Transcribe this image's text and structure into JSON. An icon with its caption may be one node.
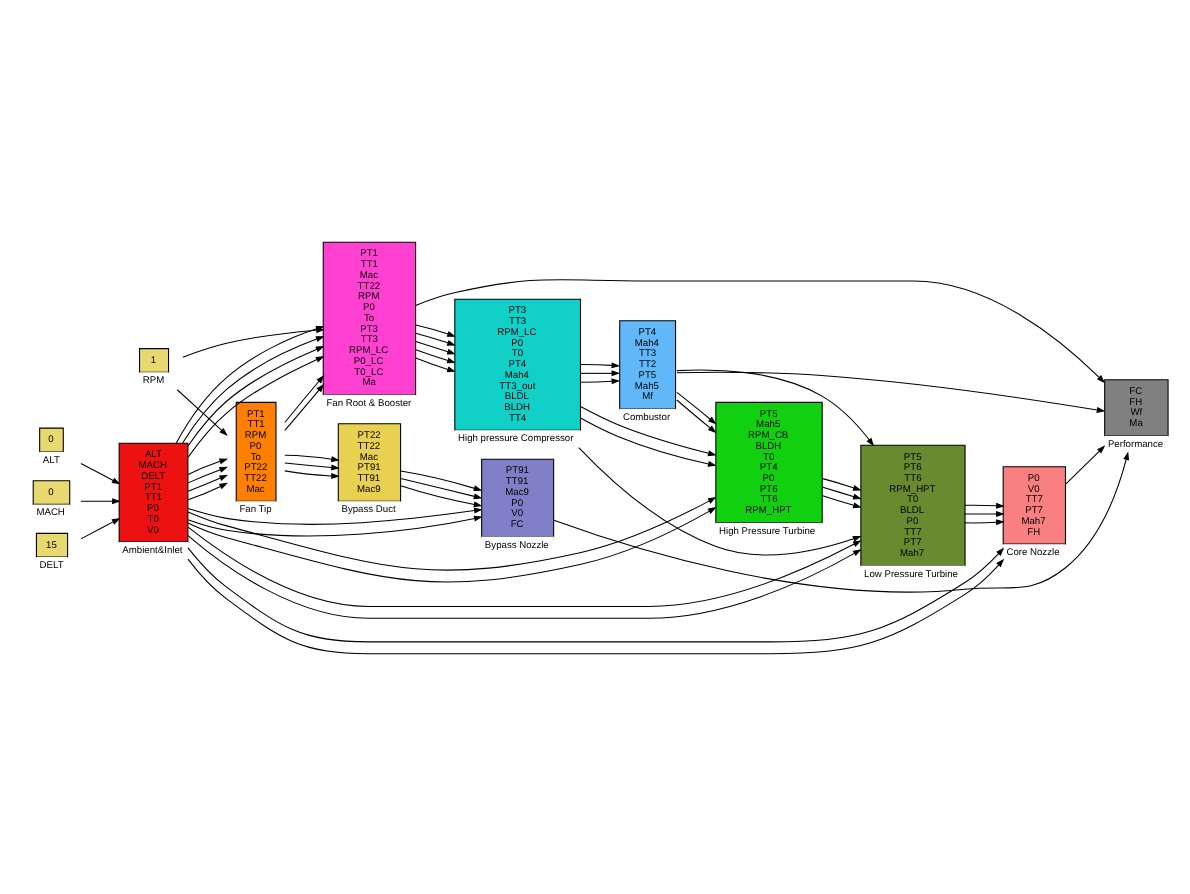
{
  "diagram": {
    "nodes": [
      {
        "text": [
          "1"
        ],
        "beside": [
          "RPM"
        ]
      },
      {
        "text": [
          "PT1",
          "TT1",
          "RPM",
          "P0",
          "To",
          "PT22",
          "TT22",
          "Mac"
        ],
        "beside": [
          "Fan Tip"
        ]
      },
      {
        "text": [
          "PT22",
          "TT22",
          "Mac",
          "PT91",
          "TT91",
          "Mac9"
        ],
        "beside": [
          "Bypass Duct"
        ]
      },
      {
        "text": [
          "PT91",
          "TT91",
          "Mac9",
          "P0",
          "V0",
          "FC"
        ],
        "beside": [
          "Bypass Nozzle"
        ]
      },
      {
        "text": [
          "FC",
          "FH",
          "Wf",
          "Ma"
        ],
        "beside": [
          "Performance"
        ]
      },
      {
        "text": [
          "0"
        ],
        "beside": [
          "ALT"
        ]
      },
      {
        "text": [
          "0"
        ],
        "beside": [
          "MACH"
        ]
      },
      {
        "text": [
          "15"
        ],
        "beside": [
          "DELT"
        ]
      },
      {
        "text": [
          "ALT",
          "MACH",
          "DELT",
          "PT1",
          "TT1",
          "P0",
          "T0",
          "V0"
        ],
        "beside": [
          "Ambient&Inlet"
        ]
      },
      {
        "text": [
          "PT1",
          "TT1",
          "Mac",
          "TT22",
          "RPM",
          "P0",
          "To",
          "PT3",
          "TT3",
          "RPM_LC",
          "P0_LC",
          "T0_LC",
          "Ma"
        ],
        "beside": [
          "Fan Root & Booster"
        ]
      },
      {
        "text": [
          "PT3",
          "TT3",
          "RPM_LC",
          "P0",
          "T0",
          "PT4",
          "Mah4",
          "TT3_out",
          "BLDL",
          "BLDH",
          "TT4"
        ],
        "beside": [
          "High pressure Compressor"
        ]
      },
      {
        "text": [
          "PT4",
          "Mah4",
          "TT3",
          "TT2",
          "PT5",
          "Mah5",
          "Mf"
        ],
        "beside": [
          "Combustor"
        ]
      },
      {
        "text": [
          "PT5",
          "Mah5",
          "RPM_CB",
          "BLDH",
          "T0",
          "PT4",
          "P0",
          "PT6",
          "TT6",
          "RPM_HPT"
        ],
        "beside": [
          "High Pressure Turbine"
        ]
      },
      {
        "text": [
          "PT5",
          "PT6",
          "TT6",
          "RPM_HPT",
          "T0",
          "BLDL",
          "P0",
          "TT7",
          "PT7",
          "Mah7"
        ],
        "beside": [
          "Low Pressure Turbine"
        ]
      },
      {
        "text": [
          "P0",
          "V0",
          "TT7",
          "PT7",
          "Mah7",
          "FH"
        ],
        "beside": [
          "Core Nozzle"
        ]
      }
    ],
    "edges": [
      {
        "from": 0,
        "to": 1,
        "arrow": "to"
      },
      {
        "from": 1,
        "to": 2,
        "arrow": "to"
      },
      {
        "from": 1,
        "to": 2,
        "arrow": "to"
      },
      {
        "from": 1,
        "to": 2,
        "arrow": "to"
      },
      {
        "from": 2,
        "to": 3,
        "arrow": "to"
      },
      {
        "from": 2,
        "to": 3,
        "arrow": "to"
      },
      {
        "from": 2,
        "to": 3,
        "arrow": "to"
      },
      {
        "from": 3,
        "to": 4,
        "arrow": "to"
      },
      {
        "from": 5,
        "to": 8,
        "arrow": "to"
      },
      {
        "from": 6,
        "to": 8,
        "arrow": "to"
      },
      {
        "from": 7,
        "to": 8,
        "arrow": "to"
      },
      {
        "from": 8,
        "to": 1,
        "arrow": "to"
      },
      {
        "from": 8,
        "to": 1,
        "arrow": "to"
      },
      {
        "from": 8,
        "to": 1,
        "arrow": "to"
      },
      {
        "from": 8,
        "to": 1,
        "arrow": "to"
      },
      {
        "from": 8,
        "to": 9,
        "arrow": "to"
      },
      {
        "from": 8,
        "to": 9,
        "arrow": "to"
      },
      {
        "from": 1,
        "to": 9,
        "arrow": "to"
      },
      {
        "from": 1,
        "to": 9,
        "arrow": "to"
      },
      {
        "from": 0,
        "to": 9,
        "arrow": "to"
      },
      {
        "from": 8,
        "to": 9,
        "arrow": "to"
      },
      {
        "from": 8,
        "to": 9,
        "arrow": "to"
      },
      {
        "from": 8,
        "to": 3,
        "arrow": "to"
      },
      {
        "from": 8,
        "to": 3,
        "arrow": "to"
      },
      {
        "from": 9,
        "to": 10,
        "arrow": "to"
      },
      {
        "from": 9,
        "to": 10,
        "arrow": "to"
      },
      {
        "from": 9,
        "to": 10,
        "arrow": "to"
      },
      {
        "from": 9,
        "to": 10,
        "arrow": "to"
      },
      {
        "from": 9,
        "to": 10,
        "arrow": "to"
      },
      {
        "from": 10,
        "to": 11,
        "arrow": "to"
      },
      {
        "from": 10,
        "to": 11,
        "arrow": "to"
      },
      {
        "from": 10,
        "to": 11,
        "arrow": "to"
      },
      {
        "from": 11,
        "to": 12,
        "arrow": "to"
      },
      {
        "from": 11,
        "to": 12,
        "arrow": "to"
      },
      {
        "from": 10,
        "to": 12,
        "arrow": "to"
      },
      {
        "from": 8,
        "to": 12,
        "arrow": "to"
      },
      {
        "from": 10,
        "to": 12,
        "arrow": "to"
      },
      {
        "from": 8,
        "to": 12,
        "arrow": "to"
      },
      {
        "from": 11,
        "to": 13,
        "arrow": "to"
      },
      {
        "from": 12,
        "to": 13,
        "arrow": "to"
      },
      {
        "from": 12,
        "to": 13,
        "arrow": "to"
      },
      {
        "from": 12,
        "to": 13,
        "arrow": "to"
      },
      {
        "from": 8,
        "to": 13,
        "arrow": "to"
      },
      {
        "from": 10,
        "to": 13,
        "arrow": "to"
      },
      {
        "from": 8,
        "to": 13,
        "arrow": "to"
      },
      {
        "from": 8,
        "to": 14,
        "arrow": "to"
      },
      {
        "from": 8,
        "to": 14,
        "arrow": "to"
      },
      {
        "from": 13,
        "to": 14,
        "arrow": "to"
      },
      {
        "from": 13,
        "to": 14,
        "arrow": "to"
      },
      {
        "from": 13,
        "to": 14,
        "arrow": "to"
      },
      {
        "from": 14,
        "to": 4,
        "arrow": "to"
      },
      {
        "from": 11,
        "to": 4,
        "arrow": "to"
      },
      {
        "from": 9,
        "to": 4,
        "arrow": "to"
      }
    ]
  }
}
